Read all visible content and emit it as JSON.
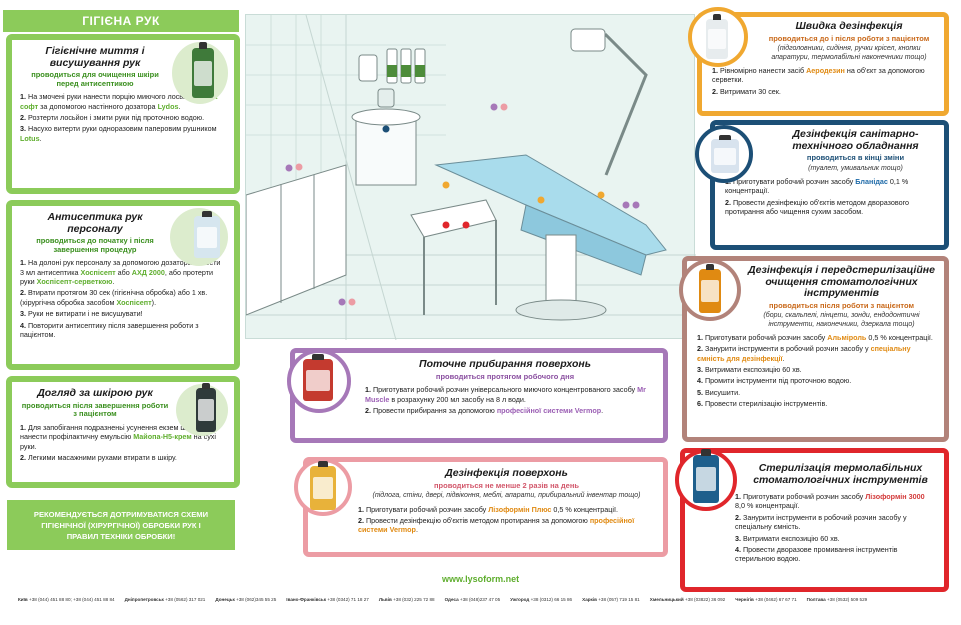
{
  "header": {
    "title": "ГІГІЄНА РУК"
  },
  "panels": {
    "washing": {
      "title": "Гігієнічне миття і висушування рук",
      "subtitle": "проводиться для очищення шкіри перед антисептикою",
      "steps": [
        {
          "num": "1.",
          "parts": [
            "На змочені руки нанести порцію миючого лосьйону ",
            "Ваза софт",
            " за допомогою настінного дозатора ",
            "Lydos",
            "."
          ]
        },
        {
          "num": "2.",
          "parts": [
            "Розтерти лосьйон і змити руки під проточною водою."
          ]
        },
        {
          "num": "3.",
          "parts": [
            "Насухо витерти руки одноразовим паперовим рушником ",
            "Lotus",
            "."
          ]
        }
      ]
    },
    "antiseptic": {
      "title": "Антисептика рук персоналу",
      "subtitle": "проводиться до початку і після завершення процедур",
      "steps": [
        {
          "num": "1.",
          "parts": [
            "На долоні рук персоналу за допомогою дозатора  нанести 3 мл антисептика ",
            "Хоспісепт",
            " або  ",
            "АХД 2000",
            ", або протерти руки ",
            "Хоспісепт-серветкою",
            "."
          ]
        },
        {
          "num": "2.",
          "parts": [
            "Втирати протягом 30 сек (гігієнічна обробка) або 1 хв. (хірургічна обробка засобом ",
            "Хоспісепт",
            ")."
          ]
        },
        {
          "num": "3.",
          "parts": [
            "Руки не витирати і не висушувати!"
          ]
        },
        {
          "num": "4.",
          "parts": [
            "Повторити антисептику після завершення роботи з пацієнтом."
          ]
        }
      ]
    },
    "skincare": {
      "title": "Догляд за шкірою рук",
      "subtitle": "проводиться після завершення роботи з пацієнтом",
      "steps": [
        {
          "num": "1.",
          "parts": [
            "Для запобігання подразненьі усунення екзем шкіри нанести профілактичну емульсію ",
            "Майопа-Н5-крем",
            " на сухі руки."
          ]
        },
        {
          "num": "2.",
          "parts": [
            "Легкими масажними рухами втирати в шкіру."
          ]
        }
      ]
    },
    "quick": {
      "title": "Швидка дезінфекція",
      "subtitle": "проводиться до і після роботи з пацієнтом",
      "note": "(підголовники, сидіння, ручки крісел, кнопки апаратури, термолабільні наконечники тощо)",
      "steps": [
        {
          "num": "1.",
          "parts": [
            "Рівномірно нанести засіб ",
            "Аеродезин",
            " на об'єкт за допомогою серветки."
          ]
        },
        {
          "num": "2.",
          "parts": [
            "Витримати 30 сек."
          ]
        }
      ]
    },
    "sanitary": {
      "title": "Дезінфекція санітарно-технічного обладнання",
      "subtitle": "проводиться в кінці зміни",
      "note": "(туалет, умивальник тощо)",
      "steps": [
        {
          "num": "1.",
          "parts": [
            "Приготувати робочий розчин засобу ",
            "Бланідас",
            " 0,1 % концентрації."
          ]
        },
        {
          "num": "2.",
          "parts": [
            "Провести дезінфекцію об'єктів методом дворазового протирання або чищення сухим засобом."
          ]
        }
      ]
    },
    "instruments": {
      "title": "Дезінфекція і передстерилізаційне очищення стоматологічних інструментів",
      "subtitle": "проводиться після роботи з пацієнтом",
      "note": "(бори, скальпелі, пінцети, зонди, ендодонтичні інструменти, наконечники, дзеркала тощо)",
      "steps": [
        {
          "num": "1.",
          "parts": [
            "Приготувати робочий розчин засобу ",
            "Альміроль",
            " 0,5 % концентрації."
          ]
        },
        {
          "num": "2.",
          "parts": [
            "Занурити інструменти в робочий розчин засобу у ",
            "спеціальну ємність для дезінфекції",
            "."
          ]
        },
        {
          "num": "3.",
          "parts": [
            "Витримати експозицію 60 хв."
          ]
        },
        {
          "num": "4.",
          "parts": [
            "Промити інструменти під проточною водою."
          ]
        },
        {
          "num": "5.",
          "parts": [
            "Висушити."
          ]
        },
        {
          "num": "6.",
          "parts": [
            "Провести стерилізацію інструментів."
          ]
        }
      ]
    },
    "sterilization": {
      "title": "Стерилізація термолабільних стоматологічних інструментів",
      "steps": [
        {
          "num": "1.",
          "parts": [
            "Приготувати робочий розчин засобу ",
            "Лізоформін 3000",
            " 8,0 % концентрації."
          ]
        },
        {
          "num": "2.",
          "parts": [
            "Занурити інструменти в робочий розчин засобу у спеціальну ємність."
          ]
        },
        {
          "num": "3.",
          "parts": [
            "Витримати експозицію 60 хв."
          ]
        },
        {
          "num": "4.",
          "parts": [
            "Провести дворазове промивання інструментів стерильною водою."
          ]
        }
      ]
    },
    "cleaning": {
      "title": "Поточне прибирання поверхонь",
      "subtitle": "проводиться протягом робочого дня",
      "steps": [
        {
          "num": "1.",
          "parts": [
            "Приготувати робочий розчин універсального миючого концентрованого засобу ",
            "Mr Muscle",
            " в розрахунку 200 мл засобу на 8 л води."
          ]
        },
        {
          "num": "2.",
          "parts": [
            "Провести прибирання  за допомогою ",
            "професійної системи Vermop",
            "."
          ]
        }
      ]
    },
    "surfaces": {
      "title": "Дезінфекція поверхонь",
      "subtitle": "проводиться не менше 2 разів на день",
      "note": "(підлога, стіни, двері, підвіконня, меблі, апарати, прибиральний інвентар тощо)",
      "steps": [
        {
          "num": "1.",
          "parts": [
            "Приготувати робочий розчин засобу ",
            "Лізоформін Плюс",
            " 0,5 % концентрації."
          ]
        },
        {
          "num": "2.",
          "parts": [
            "Провести дезінфекцію об'єктів методом протирання за допомогою ",
            "професійної системи Vermop",
            "."
          ]
        }
      ]
    }
  },
  "recommend": {
    "text": "РЕКОМЕНДУЄТЬСЯ ДОТРИМУВАТИСЯ СХЕМИ ГІГІЄНІЧНОЇ (ХІРУРГІЧНОЇ) ОБРОБКИ РУК І ПРАВИЛ ТЕХНІКИ ОБРОБКИ!"
  },
  "footer": {
    "url": "www.lysoform.net",
    "contacts": [
      {
        "city": "Київ",
        "phone": "+38 (044) 451 88 80; +38 (044) 451 88 84"
      },
      {
        "city": "Дніпропетровськ",
        "phone": "+38 (0562) 317 021"
      },
      {
        "city": "Донецьк",
        "phone": "+38 (062)345 55 25"
      },
      {
        "city": "Івано-Франківськ",
        "phone": "+38 (0342) 71 18 27"
      },
      {
        "city": "Львів",
        "phone": "+38 (032) 225 72 88"
      },
      {
        "city": "Одеса",
        "phone": "+38 (048)237 47 05"
      },
      {
        "city": "Ужгород",
        "phone": "+38 (0312) 66 15 86"
      },
      {
        "city": "Харків",
        "phone": "+38 (057) 719 15 81"
      },
      {
        "city": "Хмельницький",
        "phone": "+38 (03822) 36 092"
      },
      {
        "city": "Чернігів",
        "phone": "+38 (0462) 67 67 71"
      },
      {
        "city": "Полтава",
        "phone": "+38 (0532) 509 529"
      }
    ]
  },
  "colors": {
    "green": "#8ccb5a",
    "orange": "#f0a830",
    "navy": "#1c4f76",
    "brown": "#b2837a",
    "red": "#e0262b",
    "purple": "#a678b8",
    "pink": "#ec9ca4"
  }
}
